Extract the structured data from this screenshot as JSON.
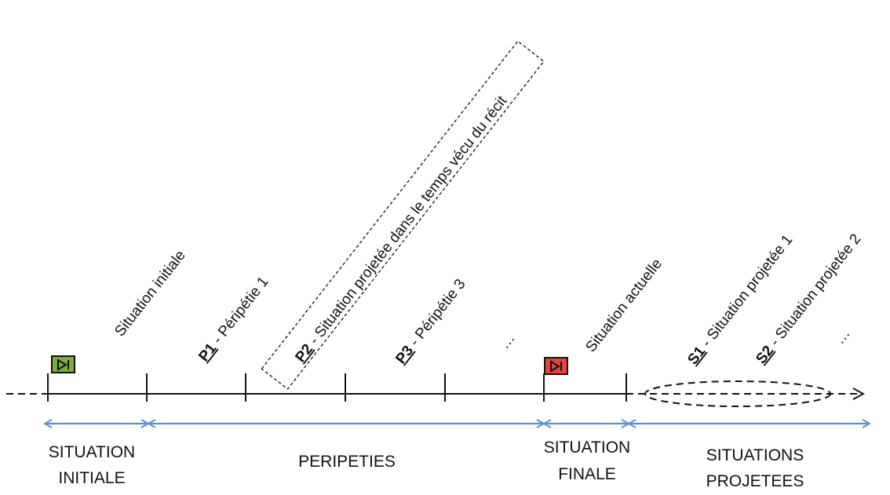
{
  "colors": {
    "axis": "#111111",
    "arrow": "#5b8fd1",
    "start_marker": "#7cae3c",
    "end_marker": "#e2453e"
  },
  "icons": {
    "start": "play-to-end-icon",
    "end": "play-to-end-icon"
  },
  "labels": {
    "situation_initiale": "Situation initiale",
    "p1_code": "P1",
    "p1_text": " - Péripétie 1",
    "p2_code": "P2",
    "p2_text": " - Situation projetée dans le temps vécu du récit",
    "p3_code": "P3",
    "p3_text": " - Péripétie 3",
    "ellipsis_1": "…",
    "situation_actuelle": "Situation actuelle",
    "s1_code": "S1",
    "s1_text": " - Situation projetée 1",
    "s2_code": "S2",
    "s2_text": " - Situation projetée 2",
    "ellipsis_2": "…"
  },
  "segments": {
    "initiale": [
      "SITUATION",
      "INITIALE"
    ],
    "peripeties": [
      "PERIPETIES"
    ],
    "finale": [
      "SITUATION",
      "FINALE"
    ],
    "projetees": [
      "SITUATIONS",
      "PROJETEES"
    ]
  }
}
